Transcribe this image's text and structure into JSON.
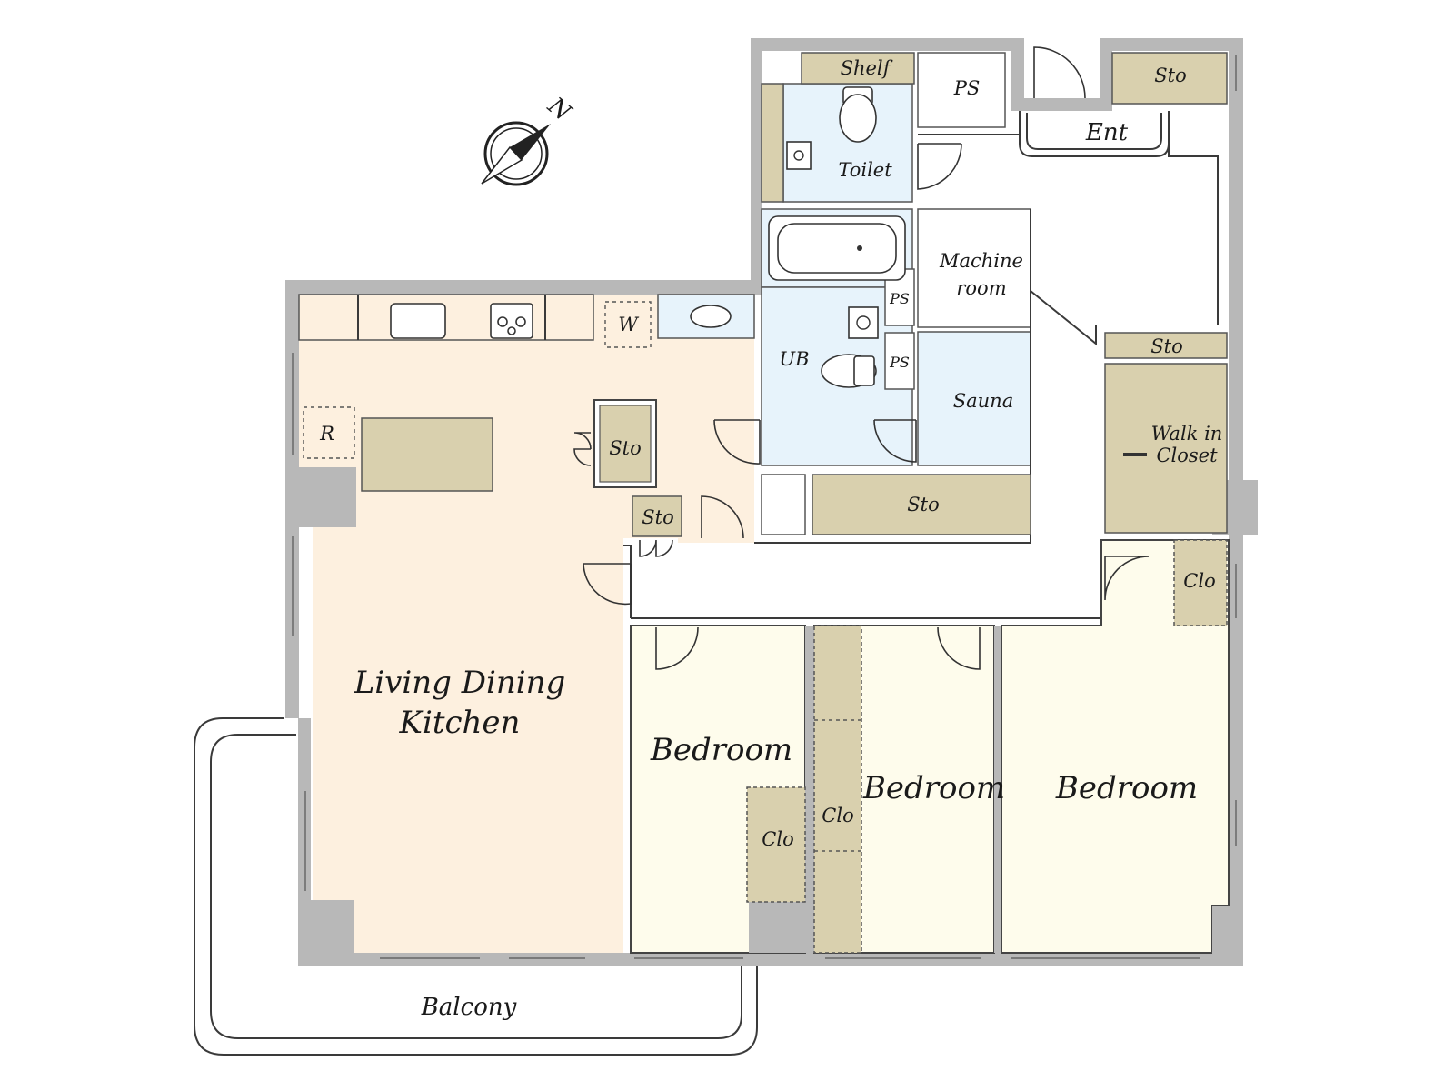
{
  "compass": {
    "label": "N"
  },
  "rooms": {
    "ldk_line1": "Living Dining",
    "ldk_line2": "Kitchen",
    "bedroom_1": "Bedroom",
    "bedroom_2": "Bedroom",
    "bedroom_3": "Bedroom",
    "balcony": "Balcony",
    "ub": "UB",
    "toilet": "Toilet",
    "sauna": "Sauna",
    "machine_room_line1": "Machine",
    "machine_room_line2": "room",
    "walk_in_closet_line1": "Walk in",
    "walk_in_closet_line2": "Closet",
    "entrance": "Ent"
  },
  "labels": {
    "shelf": "Shelf",
    "ps_top": "PS",
    "ps_small_1": "PS",
    "ps_small_2": "PS",
    "sto_entrance": "Sto",
    "sto_closet_top": "Sto",
    "sto_hall_long": "Sto",
    "sto_kitchen_1": "Sto",
    "sto_kitchen_2": "Sto",
    "washer": "W",
    "refrigerator": "R",
    "clo_bedroom_1": "Clo",
    "clo_bedroom_2": "Clo",
    "clo_bedroom_3": "Clo"
  },
  "colors": {
    "ldk": "#fdf0df",
    "bedroom": "#fefcec",
    "wet_area": "#e7f3fb",
    "storage": "#d9d0ae",
    "wall": "#b8b8b8"
  }
}
